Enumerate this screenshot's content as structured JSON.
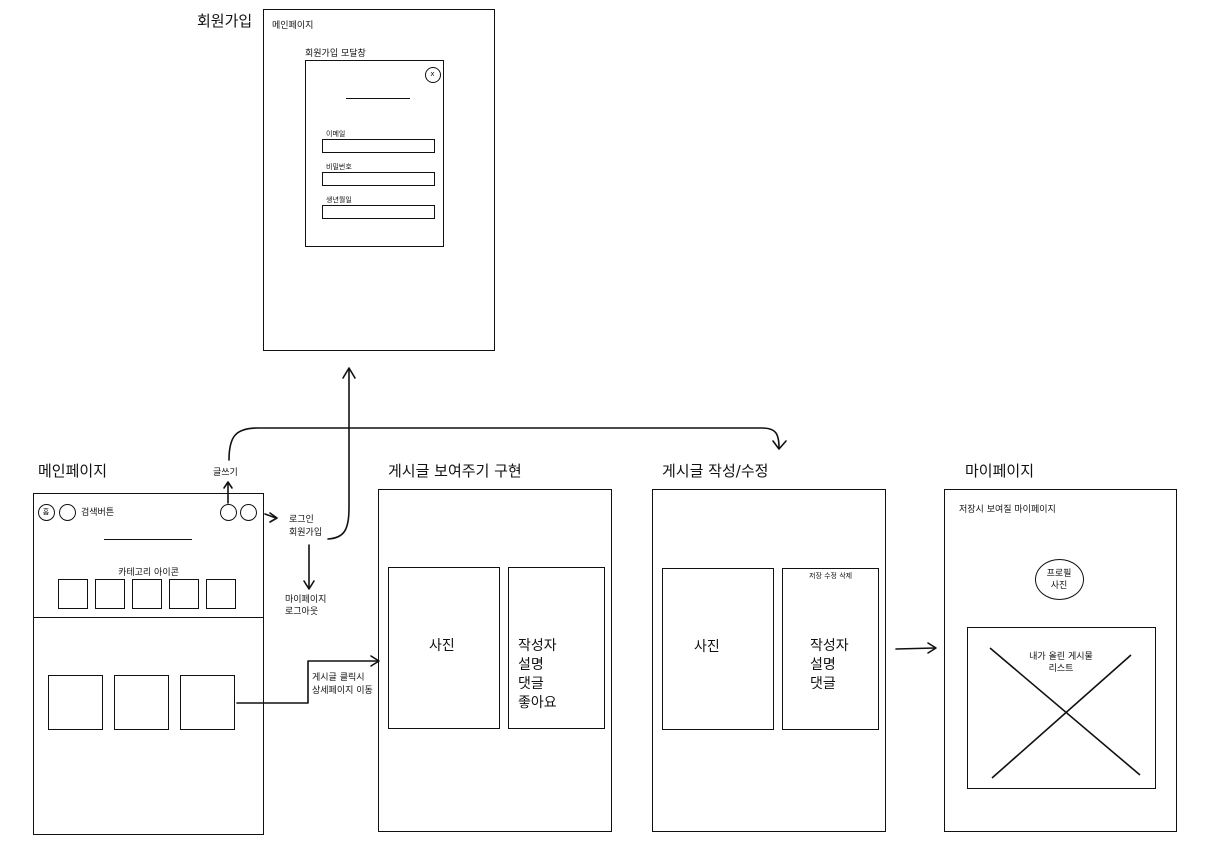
{
  "signup_section": {
    "title": "회원가입",
    "page_label": "메인페이지",
    "modal_label": "회원가입 모달창",
    "close_symbol": "x",
    "email_label": "이메일",
    "password_label": "비밀번호",
    "birthdate_label": "생년월일"
  },
  "main_section": {
    "title": "메인페이지",
    "home_icon_text": "홈",
    "search_label": "검색버튼",
    "category_label": "카테고리 아이콘",
    "write_label": "글쓰기",
    "login_menu": [
      "로그인",
      "회원가입"
    ],
    "mypage_menu": [
      "마이페이지",
      "로그아웃"
    ],
    "post_click_note": [
      "게시글 클릭시",
      "상세페이지 이동"
    ]
  },
  "post_view_section": {
    "title": "게시글 보여주기 구현",
    "photo_label": "사진",
    "details": [
      "작성자",
      "설명",
      "댓글",
      "좋아요"
    ]
  },
  "post_edit_section": {
    "title": "게시글 작성/수정",
    "photo_label": "사진",
    "actions": "저장 수정 삭제",
    "details": [
      "작성자",
      "설명",
      "댓글"
    ]
  },
  "mypage_section": {
    "title": "마이페이지",
    "page_note": "저장시 보여질 마이페이지",
    "profile_photo": [
      "프로필",
      "사진"
    ],
    "my_posts_list": [
      "내가 올린 게시물",
      "리스트"
    ]
  }
}
